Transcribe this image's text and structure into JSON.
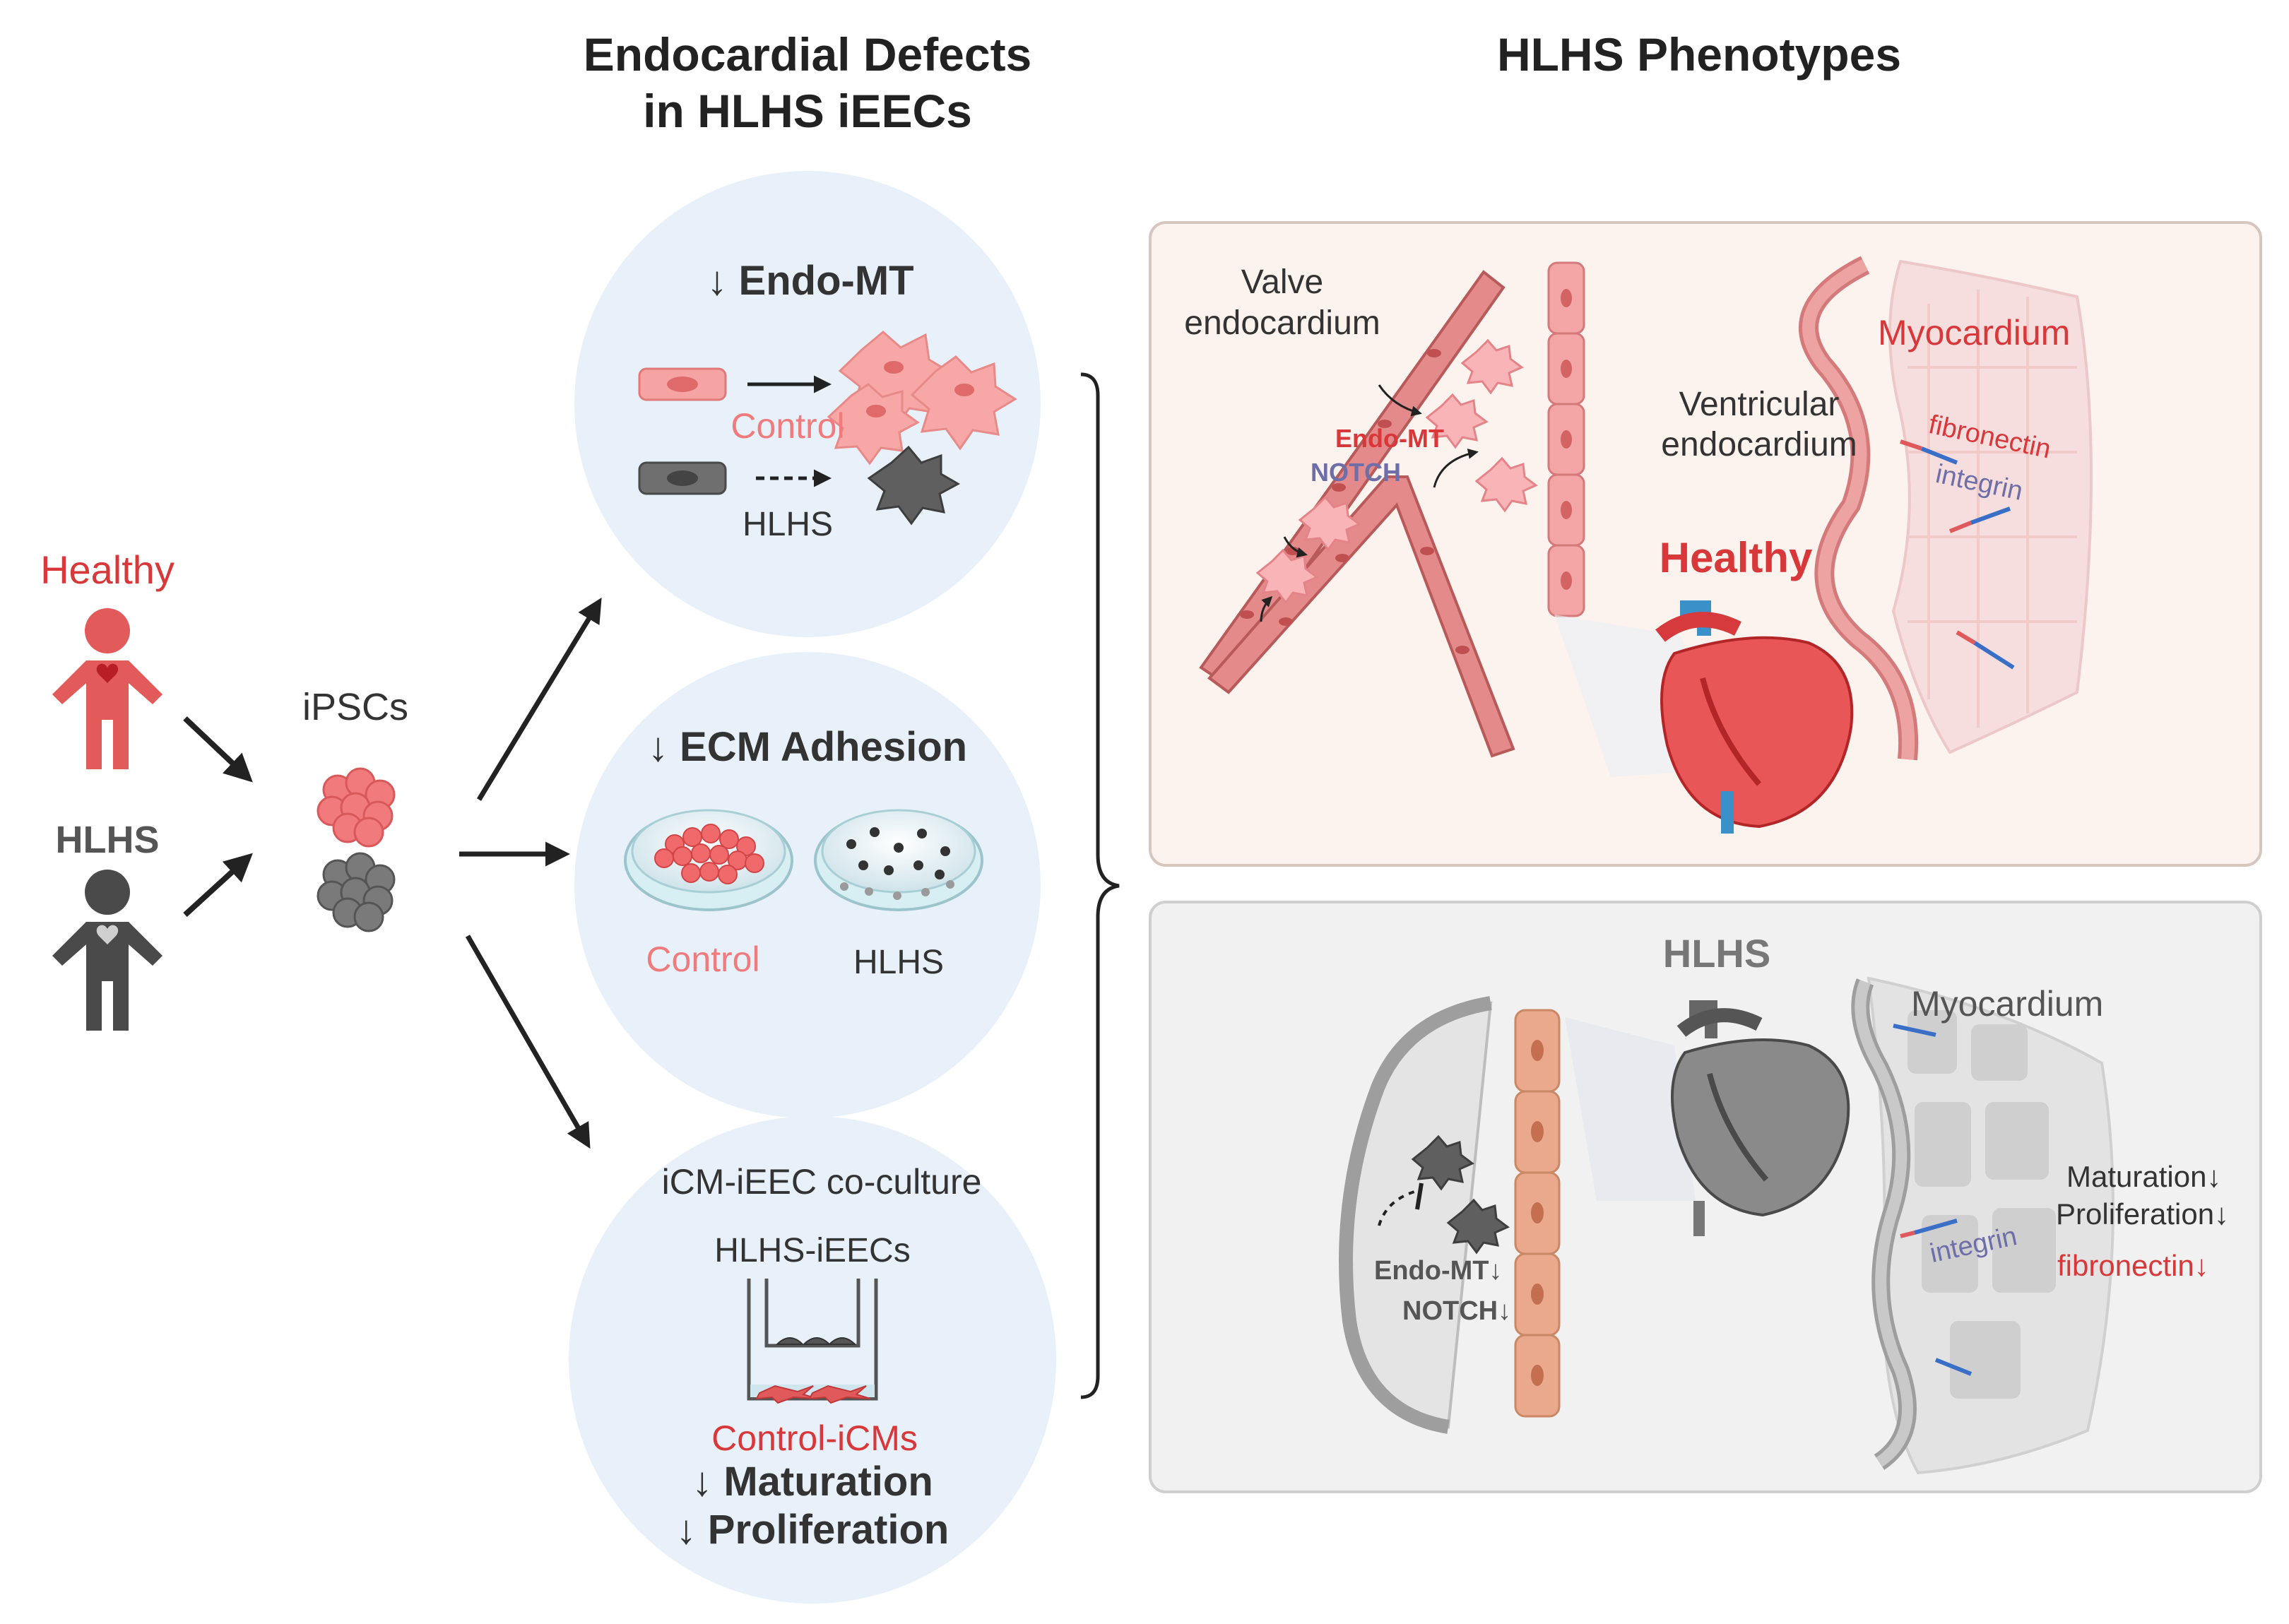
{
  "headings": {
    "defects_line1": "Endocardial Defects",
    "defects_line2": "in HLHS iEECs",
    "phenotypes": "HLHS Phenotypes"
  },
  "left": {
    "healthy": "Healthy",
    "hlhs": "HLHS",
    "ipscs": "iPSCs"
  },
  "circle1": {
    "title": "↓ Endo-MT",
    "control": "Control",
    "hlhs": "HLHS"
  },
  "circle2": {
    "title": "↓ ECM Adhesion",
    "control": "Control",
    "hlhs": "HLHS"
  },
  "circle3": {
    "title": "iCM-iEEC co-culture",
    "upper": "HLHS-iEECs",
    "lower": "Control-iCMs",
    "result1": "↓ Maturation",
    "result2": "↓ Proliferation"
  },
  "healthy_panel": {
    "valve_line1": "Valve",
    "valve_line2": "endocardium",
    "endomt": "Endo-MT",
    "notch": "NOTCH",
    "ventricular_line1": "Ventricular",
    "ventricular_line2": "endocardium",
    "myocardium": "Myocardium",
    "fibronectin": "fibronectin",
    "integrin": "integrin",
    "label": "Healthy"
  },
  "hlhs_panel": {
    "label": "HLHS",
    "myocardium": "Myocardium",
    "endomt": "Endo-MT↓",
    "notch": "NOTCH↓",
    "integrin": "integrin",
    "maturation": "Maturation↓",
    "proliferation": "Proliferation↓",
    "fibronectin": "fibronectin↓"
  },
  "colors": {
    "healthy_red": "#d9383a",
    "control_pink": "#f07a7c",
    "hlhs_gray": "#555555",
    "circle_fill": "#e8f1fa",
    "healthy_panel_fill": "#fdf3ee",
    "hlhs_panel_fill": "#f1f1f1"
  }
}
